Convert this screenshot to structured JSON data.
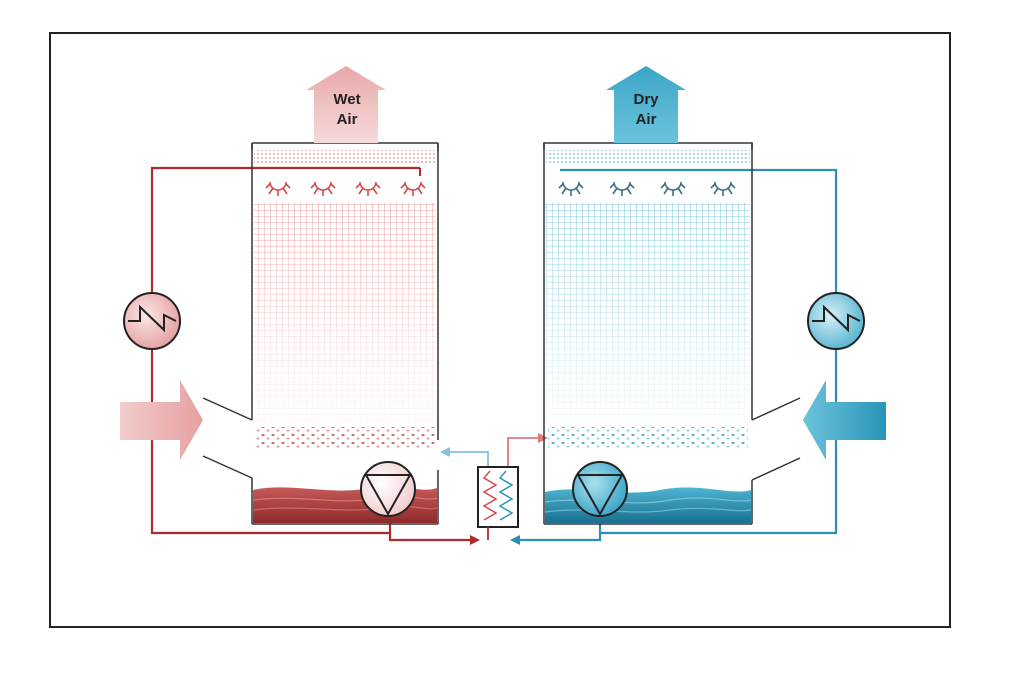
{
  "labels": {
    "wet_line1": "Wet",
    "wet_line2": "Air",
    "dry_line1": "Dry",
    "dry_line2": "Air"
  },
  "colors": {
    "red_line": "#b02a2a",
    "red_light": "#f2c9c9",
    "red_mid": "#e58a8a",
    "red_dark": "#a83434",
    "blue_line": "#2a8fb0",
    "blue_light": "#bfe3ee",
    "blue_mid": "#5cb8d3",
    "blue_dark": "#1e7fa0",
    "frame": "#222222"
  },
  "icons": {
    "pump": "pump-icon",
    "heat_exchanger": "heat-exchanger-icon",
    "nozzle": "spray-nozzle-icon",
    "arrow": "air-flow-arrow-icon"
  }
}
